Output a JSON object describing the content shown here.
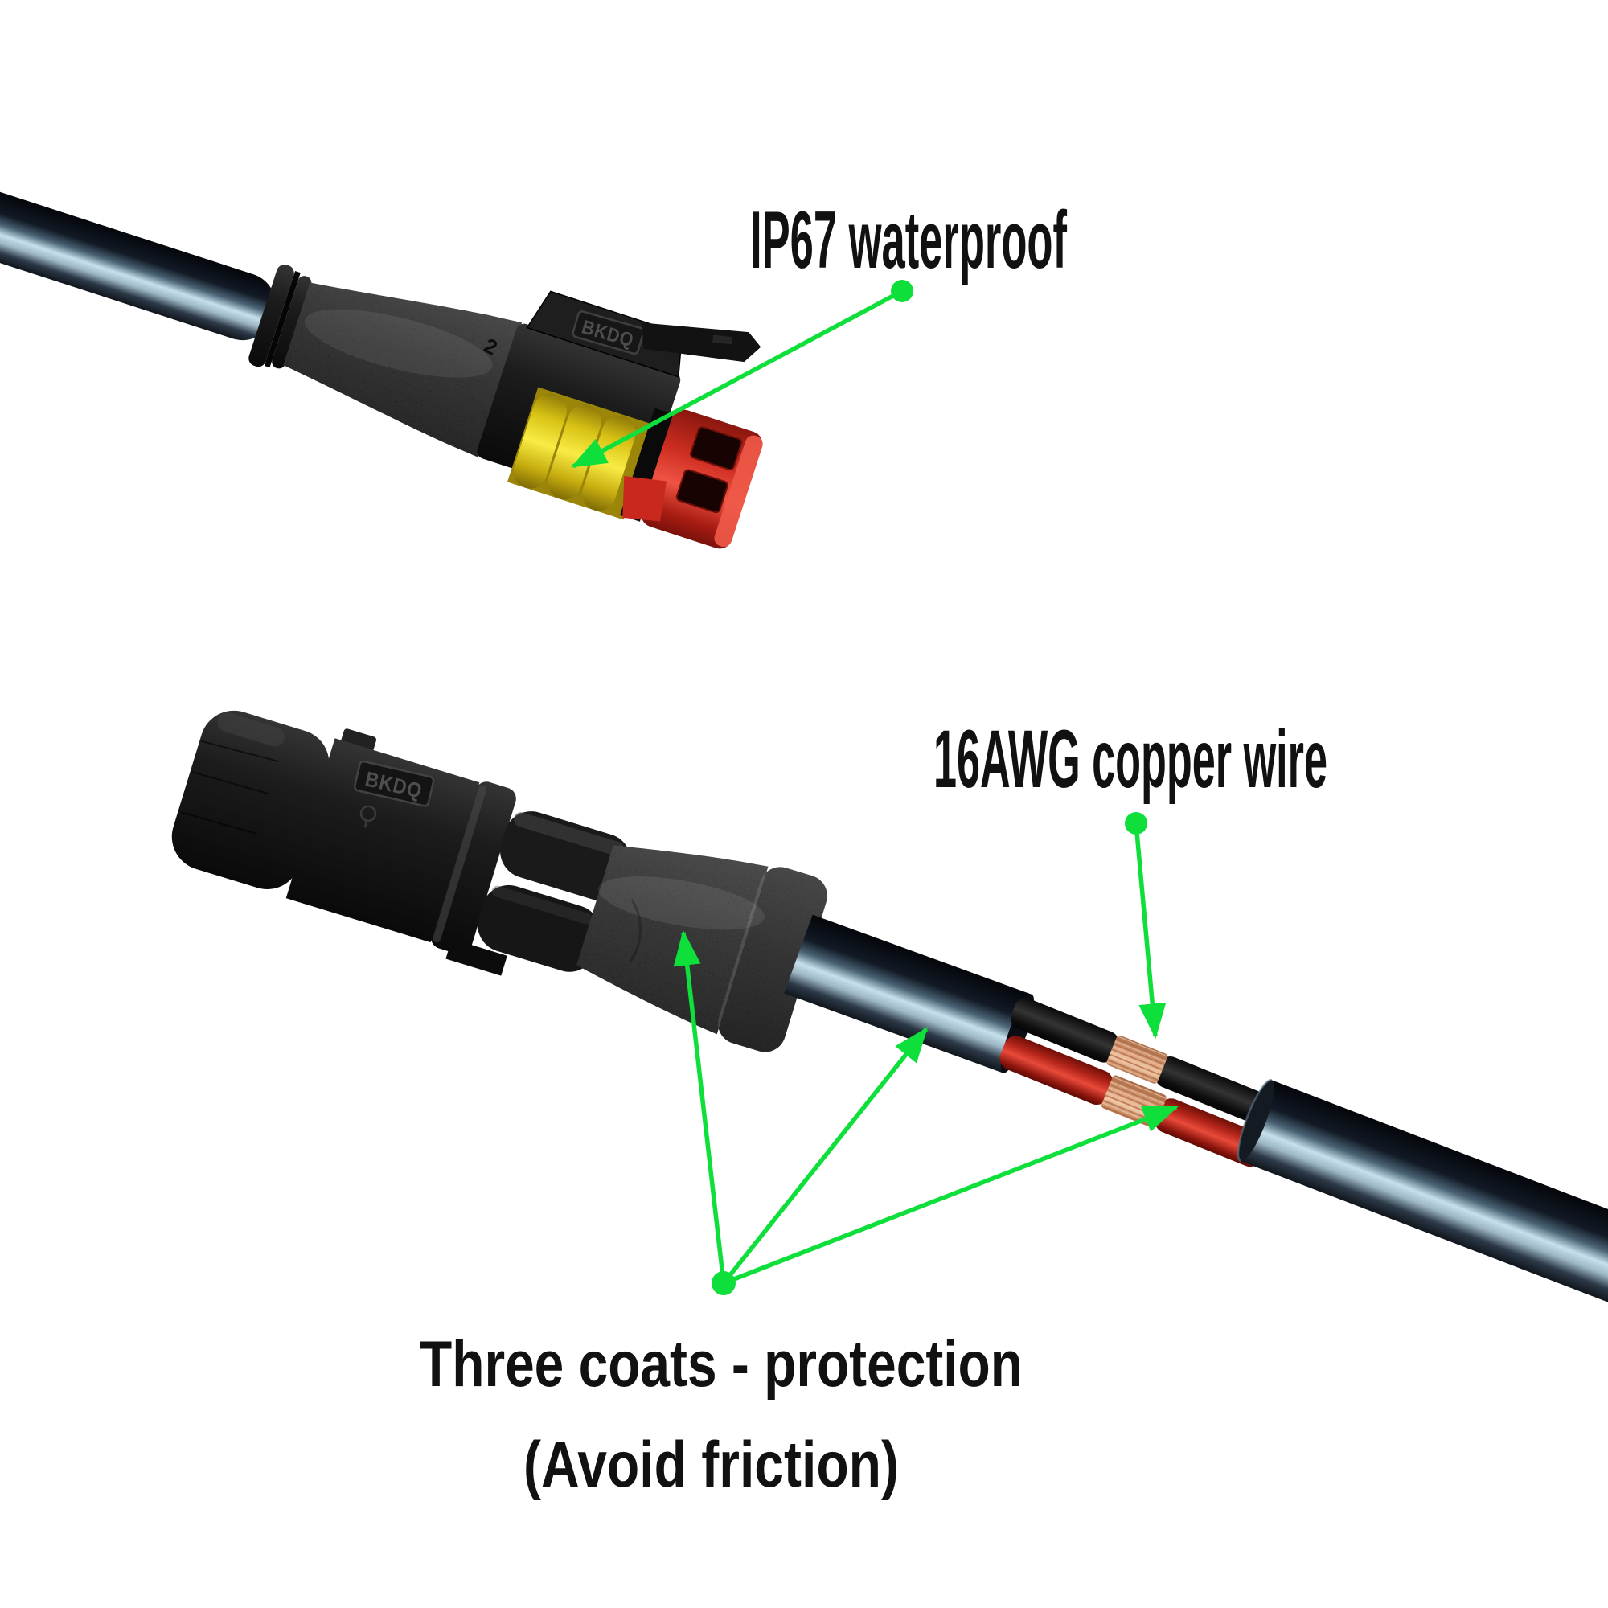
{
  "scene": {
    "background": "#ffffff",
    "subject": "waterproof 2-pin automotive cable connectors with annotation callouts"
  },
  "colors": {
    "annotation_green": "#0fdf3a",
    "caption_text": "#111111",
    "seal_yellow": "#f2de2a",
    "terminal_red": "#df3a2c",
    "copper": "#d8a07f",
    "cable_sheath_highlight": "#c2dbe8",
    "connector_plastic": "#1a1a1a"
  },
  "captions": {
    "ip67": "IP67 waterproof",
    "copper_wire": "16AWG copper wire",
    "coats_line1": "Three coats - protection",
    "coats_line2": "(Avoid friction)"
  },
  "markings": {
    "top_connector_brand": "BKDQ",
    "top_connector_pin": "2",
    "middle_connector_brand": "BKDQ"
  }
}
